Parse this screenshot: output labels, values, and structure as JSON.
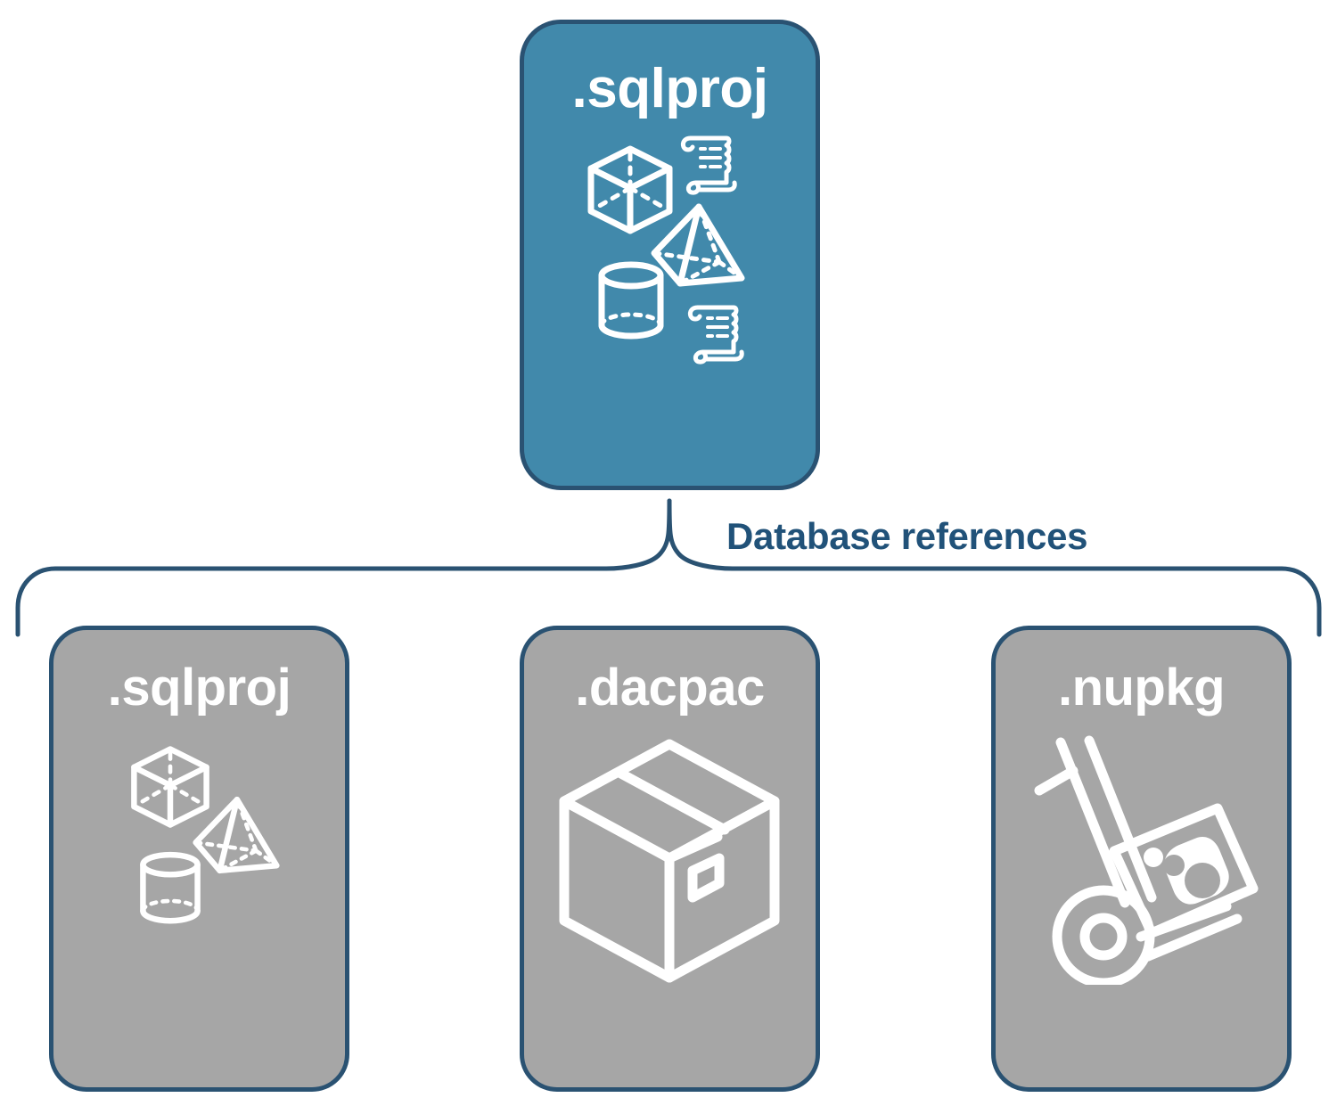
{
  "diagram": {
    "title_hidden": "",
    "colors": {
      "root_card_fill": "#4189ab",
      "child_card_fill": "#a6a6a6",
      "border": "#2a5272",
      "label_text": "#215279",
      "icon_stroke": "#ffffff",
      "background": "#ffffff"
    },
    "connector": {
      "label": "Database references",
      "style": "curly-brace",
      "orientation": "one-to-many-downward"
    },
    "root": {
      "label": ".sqlproj",
      "icons": [
        "cube-icon",
        "pyramid-icon",
        "cylinder-icon",
        "scroll-icon",
        "scroll-icon"
      ]
    },
    "children": [
      {
        "label": ".sqlproj",
        "icons": [
          "cube-icon",
          "pyramid-icon",
          "cylinder-icon"
        ]
      },
      {
        "label": ".dacpac",
        "icons": [
          "shipping-box-icon"
        ]
      },
      {
        "label": ".nupkg",
        "icons": [
          "hand-truck-icon"
        ]
      }
    ]
  }
}
